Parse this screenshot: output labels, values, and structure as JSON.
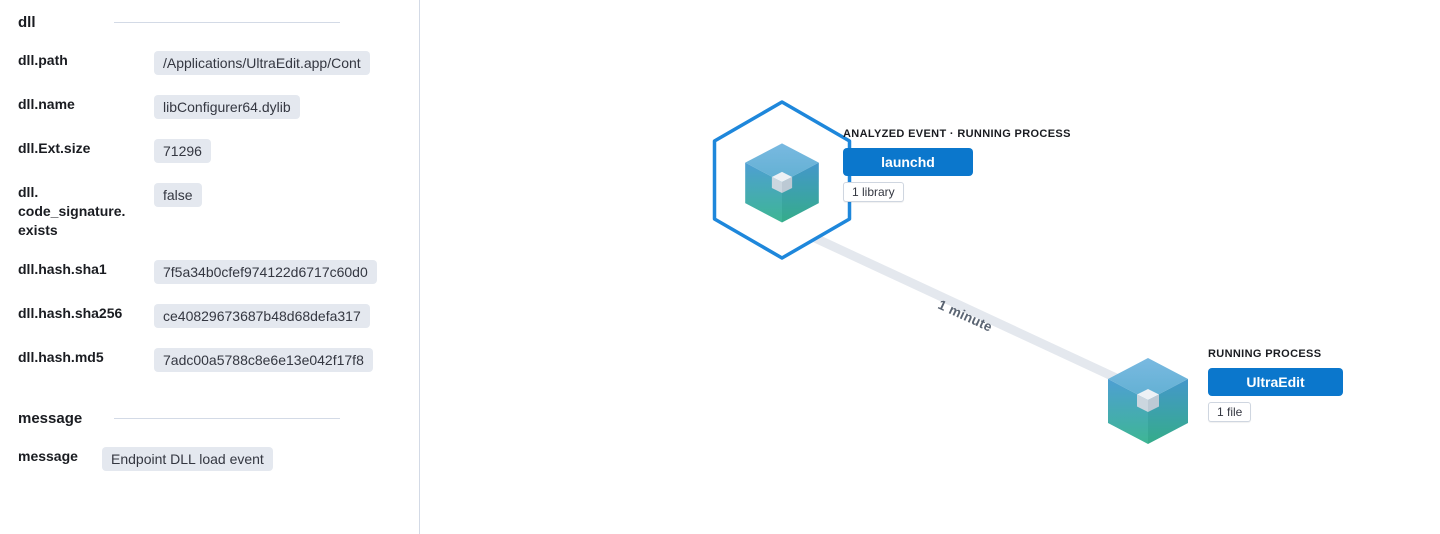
{
  "panel": {
    "sections": [
      {
        "title": "dll",
        "fields": [
          {
            "label": "dll.path",
            "value": "/Applications/UltraEdit.app/Cont"
          },
          {
            "label": "dll.name",
            "value": "libConfigurer64.dylib"
          },
          {
            "label": "dll.Ext.size",
            "value": "71296"
          },
          {
            "label": "dll.code_signature.exists",
            "value": "false"
          },
          {
            "label": "dll.hash.sha1",
            "value": "7f5a34b0cfef974122d6717c60d0"
          },
          {
            "label": "dll.hash.sha256",
            "value": "ce40829673687b48d68defa317"
          },
          {
            "label": "dll.hash.md5",
            "value": "7adc00a5788c8e6e13e042f17f8"
          }
        ]
      },
      {
        "title": "message",
        "fields": [
          {
            "label": "message",
            "value": "Endpoint DLL load event"
          }
        ]
      }
    ]
  },
  "graph": {
    "edge_label": "1 minute",
    "nodes": [
      {
        "kind_label": "ANALYZED EVENT · RUNNING PROCESS",
        "name": "launchd",
        "stats_badge": "1 library"
      },
      {
        "kind_label": "RUNNING PROCESS",
        "name": "UltraEdit",
        "stats_badge": "1 file"
      }
    ]
  },
  "colors": {
    "primary_button": "#0b77cc",
    "hexagon_stroke": "#1e87db",
    "edge": "#e4e8ee",
    "value_badge_bg": "#e4e8ef",
    "panel_border": "#d3dae6"
  }
}
